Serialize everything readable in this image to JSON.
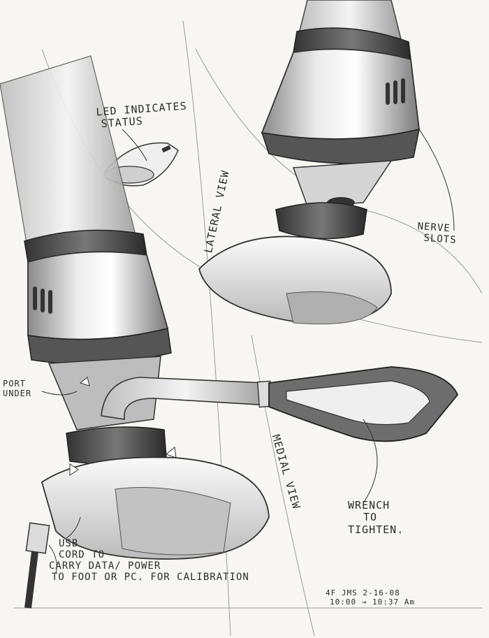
{
  "annotations": {
    "led_line1": "LED INDICATES",
    "led_line2": "STATUS",
    "lateral_view": "LATERAL VIEW",
    "nerve_line1": "NERVE",
    "nerve_line2": "SLOTS",
    "port_line1": "PORT",
    "port_line2": "UNDER",
    "medial_view": "MEDIAL VIEW",
    "wrench_line1": "WRENCH",
    "wrench_line2": "TO",
    "wrench_line3": "TIGHTEN.",
    "usb_line1": "USB",
    "usb_line2": "CORD TO",
    "usb_line3": "CARRY DATA/ POWER",
    "usb_line4": "TO FOOT OR PC. FOR CALIBRATION",
    "signature_line1": "4F JMS  2-16-08",
    "signature_line2": "10:00 → 10:37 Am"
  },
  "colors": {
    "paper": "#f7f6f2",
    "ink": "#2b2b2b",
    "marker_dark": "#6d6d6d",
    "marker_light": "#c9c9c9"
  }
}
